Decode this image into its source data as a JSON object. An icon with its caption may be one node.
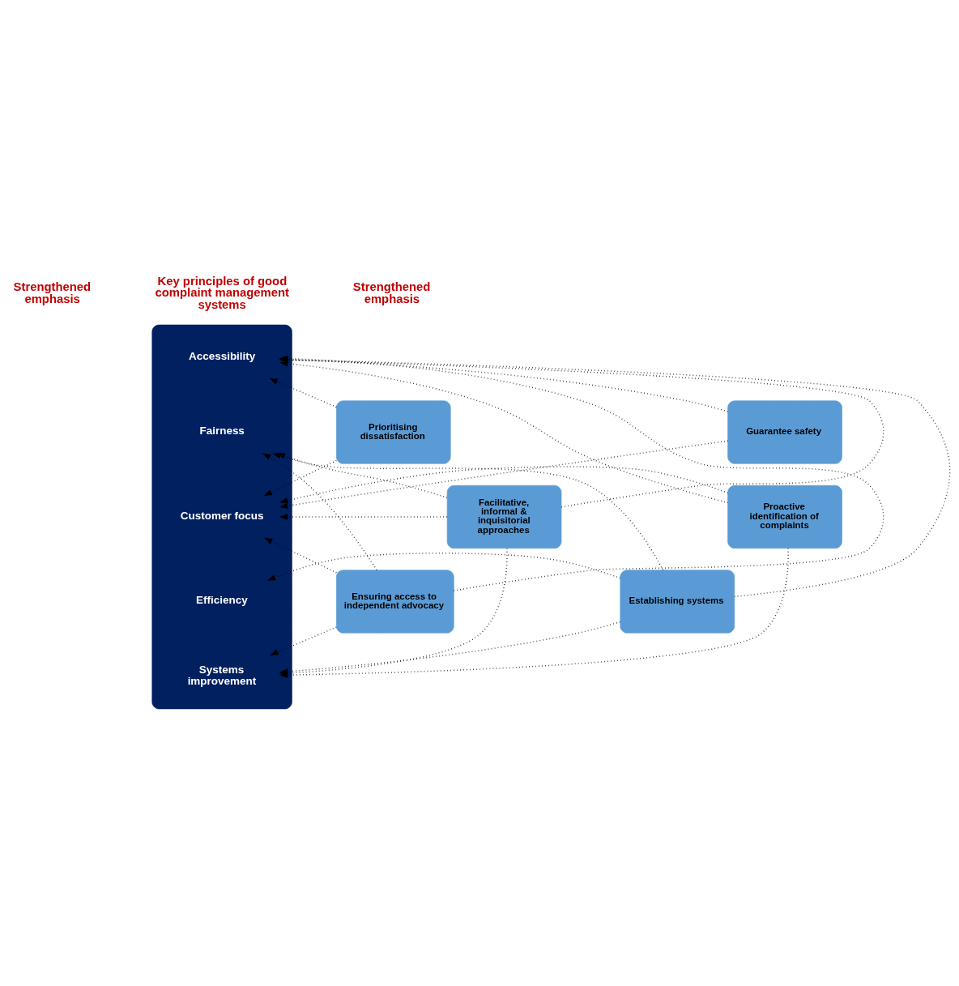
{
  "diagram": {
    "nodes": [
      {
        "text": [],
        "shape": "box"
      },
      {
        "text": [
          "Accessibility"
        ],
        "in": 0
      },
      {
        "text": [
          "Fairness"
        ],
        "in": 0
      },
      {
        "text": [
          "Customer focus"
        ],
        "in": 0
      },
      {
        "text": [
          "Efficiency"
        ],
        "in": 0
      },
      {
        "text": [
          "Systems improvement"
        ],
        "in": 0
      },
      {
        "text": [
          "Prioritising dissatisfaction"
        ]
      },
      {
        "text": [
          "Proactive identification of complaints"
        ]
      },
      {
        "text": [
          "Ensuring access to independent advocacy"
        ]
      },
      {
        "text": [
          "Guarantee safety"
        ]
      },
      {
        "text": [
          "Facilitative, informal & inquisitorial approaches"
        ]
      },
      {
        "text": [
          "Establishing systems"
        ]
      }
    ],
    "edges": [
      {
        "from": 6,
        "to": 1,
        "arrow": "to"
      },
      {
        "from": 6,
        "to": 3,
        "arrow": "to"
      },
      {
        "from": 7,
        "to": 1,
        "arrow": "to"
      },
      {
        "from": 7,
        "to": 3,
        "arrow": "to"
      },
      {
        "from": 7,
        "to": 5,
        "arrow": "to"
      },
      {
        "from": 8,
        "to": 1,
        "arrow": "to"
      },
      {
        "from": 8,
        "to": 2,
        "arrow": "to"
      },
      {
        "from": 8,
        "to": 3,
        "arrow": "to"
      },
      {
        "from": 8,
        "to": 5,
        "arrow": "to"
      },
      {
        "from": 9,
        "to": 1,
        "arrow": "to"
      },
      {
        "from": 9,
        "to": 3,
        "arrow": "to"
      },
      {
        "from": 10,
        "to": 3,
        "arrow": "to"
      },
      {
        "from": 10,
        "to": 2,
        "arrow": "to"
      },
      {
        "from": 10,
        "to": 1,
        "arrow": "to"
      },
      {
        "from": 10,
        "to": 5,
        "arrow": "to"
      },
      {
        "from": 11,
        "to": 1,
        "arrow": "to"
      },
      {
        "from": 11,
        "to": 2,
        "arrow": "to"
      },
      {
        "from": 11,
        "to": 4,
        "arrow": "to"
      },
      {
        "from": 11,
        "to": 5,
        "arrow": "to"
      }
    ],
    "labels": [
      "Strengthened emphasis",
      "Key principles of good complaint management systems",
      "Strengthened emphasis"
    ]
  }
}
